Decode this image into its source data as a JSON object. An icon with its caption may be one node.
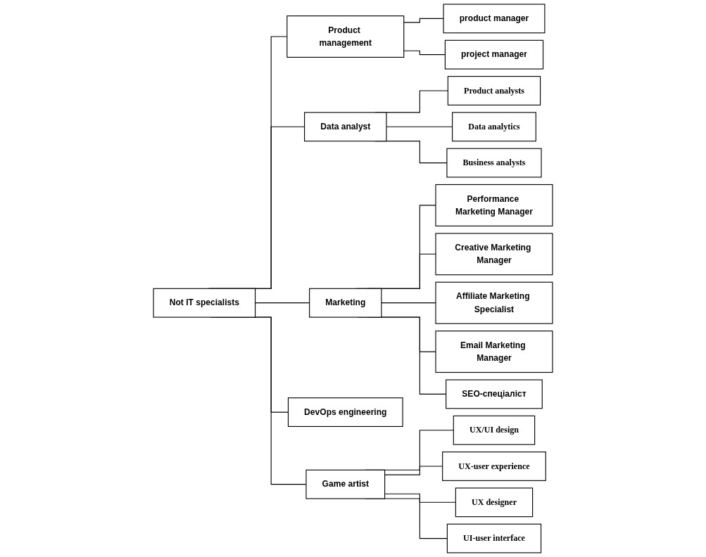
{
  "diagram": {
    "nodes": [
      {
        "text": [
          "Not IT specialists"
        ]
      },
      {
        "text": [
          "Product management"
        ]
      },
      {
        "text": [
          "Data analyst"
        ]
      },
      {
        "text": [
          "Marketing"
        ]
      },
      {
        "text": [
          "DevOps engineering"
        ]
      },
      {
        "text": [
          "Game artist"
        ]
      },
      {
        "text": [
          "product manager"
        ]
      },
      {
        "text": [
          "project manager"
        ]
      },
      {
        "text": [
          "Product analysts"
        ]
      },
      {
        "text": [
          "Data analytics"
        ]
      },
      {
        "text": [
          "Business analysts"
        ]
      },
      {
        "text": [
          "Performance Marketing Manager"
        ]
      },
      {
        "text": [
          "Creative Marketing Manager"
        ]
      },
      {
        "text": [
          "Affiliate Marketing Specialist"
        ]
      },
      {
        "text": [
          "Email Marketing Manager"
        ]
      },
      {
        "text": [
          "SEO-спеціаліст"
        ]
      },
      {
        "text": [
          "UX/UI design"
        ]
      },
      {
        "text": [
          "UX-user experience"
        ]
      },
      {
        "text": [
          "UX designer"
        ]
      },
      {
        "text": [
          "UI-user interface"
        ]
      }
    ],
    "edges": [
      {
        "from": 0,
        "to": 1,
        "arrow": "none"
      },
      {
        "from": 0,
        "to": 2,
        "arrow": "none"
      },
      {
        "from": 0,
        "to": 3,
        "arrow": "none"
      },
      {
        "from": 0,
        "to": 4,
        "arrow": "none"
      },
      {
        "from": 0,
        "to": 5,
        "arrow": "none"
      },
      {
        "from": 1,
        "to": 6,
        "arrow": "none"
      },
      {
        "from": 1,
        "to": 7,
        "arrow": "none"
      },
      {
        "from": 2,
        "to": 8,
        "arrow": "none"
      },
      {
        "from": 2,
        "to": 9,
        "arrow": "none"
      },
      {
        "from": 2,
        "to": 10,
        "arrow": "none"
      },
      {
        "from": 3,
        "to": 11,
        "arrow": "none"
      },
      {
        "from": 3,
        "to": 12,
        "arrow": "none"
      },
      {
        "from": 3,
        "to": 13,
        "arrow": "none"
      },
      {
        "from": 3,
        "to": 14,
        "arrow": "none"
      },
      {
        "from": 3,
        "to": 15,
        "arrow": "none"
      },
      {
        "from": 5,
        "to": 16,
        "arrow": "none"
      },
      {
        "from": 5,
        "to": 17,
        "arrow": "none"
      },
      {
        "from": 5,
        "to": 18,
        "arrow": "none"
      },
      {
        "from": 5,
        "to": 19,
        "arrow": "none"
      }
    ]
  }
}
